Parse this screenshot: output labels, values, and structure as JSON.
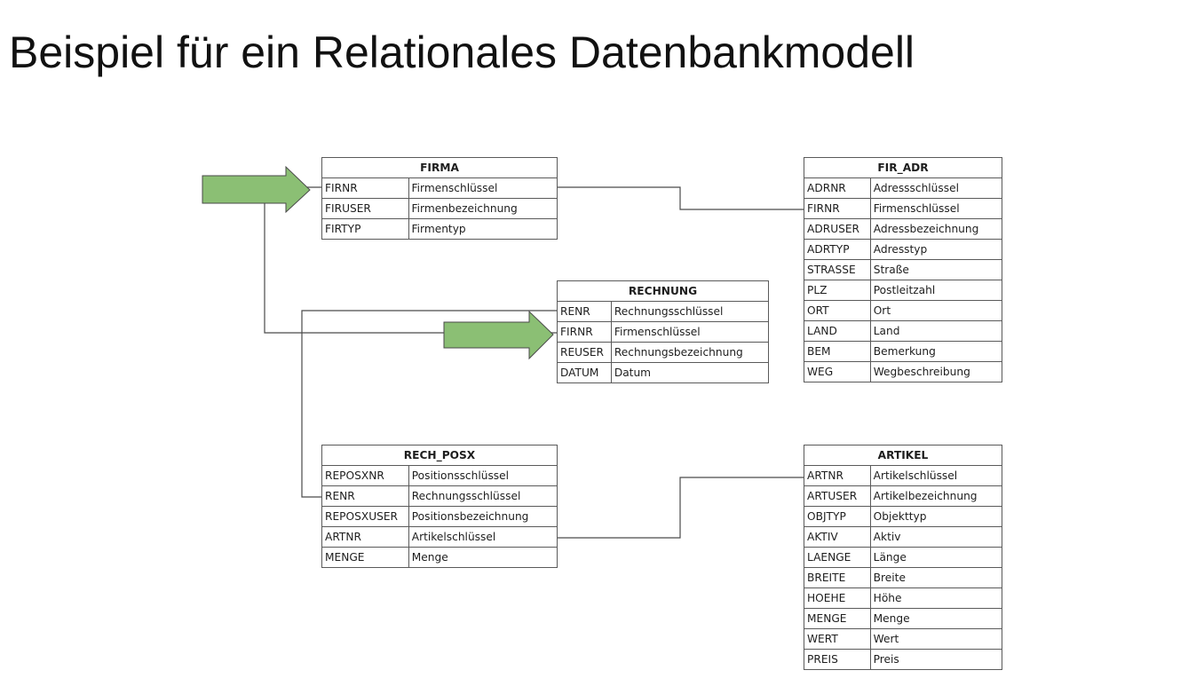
{
  "title": "Beispiel für ein Relationales Datenbankmodell",
  "colors": {
    "arrow_fill": "#8bbf74",
    "arrow_stroke": "#4a4a4a",
    "line": "#4a4a4a",
    "border": "#5a5a5a"
  },
  "tables": {
    "firma": {
      "name": "FIRMA",
      "rows": [
        {
          "key": "FIRNR",
          "desc": "Firmenschlüssel"
        },
        {
          "key": "FIRUSER",
          "desc": "Firmenbezeichnung"
        },
        {
          "key": "FIRTYP",
          "desc": "Firmentyp"
        }
      ]
    },
    "fir_adr": {
      "name": "FIR_ADR",
      "rows": [
        {
          "key": "ADRNR",
          "desc": "Adressschlüssel"
        },
        {
          "key": "FIRNR",
          "desc": "Firmenschlüssel"
        },
        {
          "key": "ADRUSER",
          "desc": "Adressbezeichnung"
        },
        {
          "key": "ADRTYP",
          "desc": "Adresstyp"
        },
        {
          "key": "STRASSE",
          "desc": "Straße"
        },
        {
          "key": "PLZ",
          "desc": "Postleitzahl"
        },
        {
          "key": "ORT",
          "desc": "Ort"
        },
        {
          "key": "LAND",
          "desc": "Land"
        },
        {
          "key": "BEM",
          "desc": "Bemerkung"
        },
        {
          "key": "WEG",
          "desc": "Wegbeschreibung"
        }
      ]
    },
    "rechnung": {
      "name": "RECHNUNG",
      "rows": [
        {
          "key": "RENR",
          "desc": "Rechnungsschlüssel"
        },
        {
          "key": "FIRNR",
          "desc": "Firmenschlüssel"
        },
        {
          "key": "REUSER",
          "desc": "Rechnungsbezeichnung"
        },
        {
          "key": "DATUM",
          "desc": "Datum"
        }
      ]
    },
    "rech_posx": {
      "name": "RECH_POSX",
      "rows": [
        {
          "key": "REPOSXNR",
          "desc": "Positionsschlüssel"
        },
        {
          "key": "RENR",
          "desc": "Rechnungsschlüssel"
        },
        {
          "key": "REPOSXUSER",
          "desc": "Positionsbezeichnung"
        },
        {
          "key": "ARTNR",
          "desc": "Artikelschlüssel"
        },
        {
          "key": "MENGE",
          "desc": "Menge"
        }
      ]
    },
    "artikel": {
      "name": "ARTIKEL",
      "rows": [
        {
          "key": "ARTNR",
          "desc": "Artikelschlüssel"
        },
        {
          "key": "ARTUSER",
          "desc": "Artikelbezeichnung"
        },
        {
          "key": "OBJTYP",
          "desc": "Objekttyp"
        },
        {
          "key": "AKTIV",
          "desc": "Aktiv"
        },
        {
          "key": "LAENGE",
          "desc": "Länge"
        },
        {
          "key": "BREITE",
          "desc": "Breite"
        },
        {
          "key": "HOEHE",
          "desc": "Höhe"
        },
        {
          "key": "MENGE",
          "desc": "Menge"
        },
        {
          "key": "WERT",
          "desc": "Wert"
        },
        {
          "key": "PREIS",
          "desc": "Preis"
        }
      ]
    }
  }
}
